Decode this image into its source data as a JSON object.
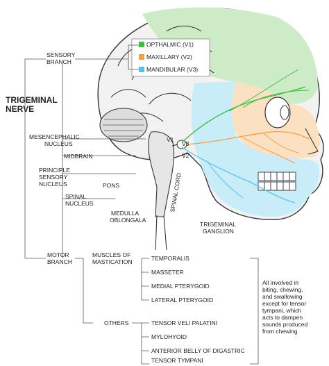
{
  "title": [
    "TRIGEMINAL",
    "NERVE"
  ],
  "sensory_branch": [
    "SENSORY",
    "BRANCH"
  ],
  "motor_branch": [
    "MOTOR",
    "BRANCH"
  ],
  "legend": [
    {
      "label": "OPTHALMIC (V1)",
      "color": "#3fbf3f"
    },
    {
      "label": "MAXILLARY (V2)",
      "color": "#f0a040"
    },
    {
      "label": "MANDIBULAR (V3)",
      "color": "#4fc4f0"
    }
  ],
  "nuclei": {
    "mesencephalic": [
      "MESENCEPHALIC",
      "NUCLEUS"
    ],
    "midbrain": "MIDBRAIN",
    "principle": [
      "PRINCIPLE",
      "SENSORY",
      "NUCLEUS"
    ],
    "pons": "PONS",
    "spinal": [
      "SPINAL",
      "NUCLEUS"
    ],
    "medulla": [
      "MEDULLA",
      "OBLONGALA"
    ],
    "spinal_cord": "SPINAL CORD",
    "ganglion": [
      "TRIGEMINAL",
      "GANGLION"
    ]
  },
  "branch_tags": {
    "v1": "V1",
    "v2": "V2",
    "v3": "V3"
  },
  "mastication": {
    "heading": [
      "MUSCLES OF",
      "MASTICATION"
    ],
    "muscles": [
      "TEMPORALIS",
      "MASSETER",
      "MEDIAL PTERYGOID",
      "LATERAL PTERYGOID"
    ]
  },
  "others": {
    "heading": "OTHERS",
    "muscles": [
      "TENSOR VELI PALATINI",
      "MYLOHYOID",
      "ANTERIOR BELLY OF DIGASTRIC",
      "TENSOR TYMPANI"
    ]
  },
  "note": [
    "All involved in",
    "biting, chewing,",
    "and swallowing",
    "except for tensor",
    "tympani, which",
    "acts to dampen",
    "sounds produced",
    "from chewing"
  ],
  "colors": {
    "v1": "#3fbf3f",
    "v1_fill": "#cdebc7",
    "v2": "#f0a040",
    "v2_fill": "#fbe0c2",
    "v3": "#4fc4f0",
    "v3_fill": "#c8ecf8",
    "line": "#555555"
  }
}
